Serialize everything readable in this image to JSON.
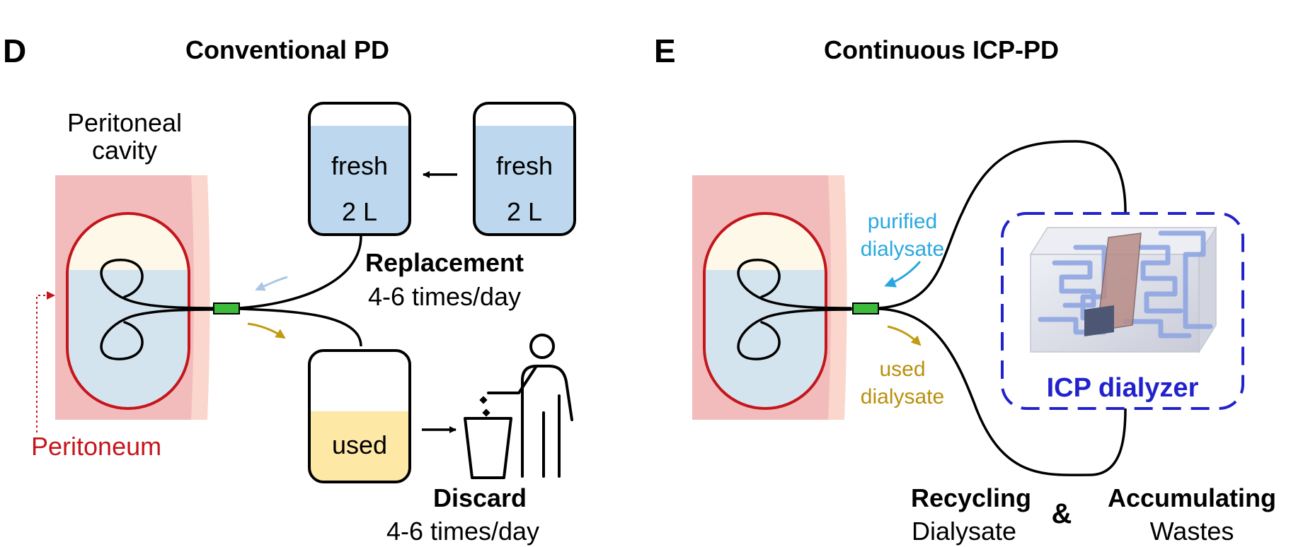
{
  "colors": {
    "tissue": "#f2bcbc",
    "tissue_edge": "#fbd6cc",
    "membrane": "#c4161c",
    "fluid_blue": "#d4e4ef",
    "fluid_cream": "#fdf8e8",
    "bag_fresh": "#bdd7ee",
    "bag_used": "#fde8a6",
    "connector": "#3dbb3d",
    "arrow_fresh": "#a9c8e6",
    "arrow_used": "#c29a10",
    "label_purified": "#29a8df",
    "label_used": "#b8900b",
    "dialyzer": "#2222cc"
  },
  "panel_d": {
    "letter": "D",
    "title": "Conventional PD",
    "cavity_label": [
      "Peritoneal",
      "cavity"
    ],
    "peritoneum_label": "Peritoneum",
    "bag_fresh_1": [
      "fresh",
      "2 L"
    ],
    "bag_fresh_2": [
      "fresh",
      "2 L"
    ],
    "bag_used": "used",
    "replacement_title": "Replacement",
    "replacement_freq": "4-6 times/day",
    "discard_title": "Discard",
    "discard_freq": "4-6 times/day"
  },
  "panel_e": {
    "letter": "E",
    "title": "Continuous ICP-PD",
    "purified_label": [
      "purified",
      "dialysate"
    ],
    "used_label": [
      "used",
      "dialysate"
    ],
    "dialyzer_label": "ICP dialyzer",
    "recycling_title": "Recycling",
    "recycling_sub": "Dialysate",
    "ampersand": "&",
    "accumulating_title": "Accumulating",
    "accumulating_sub": "Wastes"
  }
}
